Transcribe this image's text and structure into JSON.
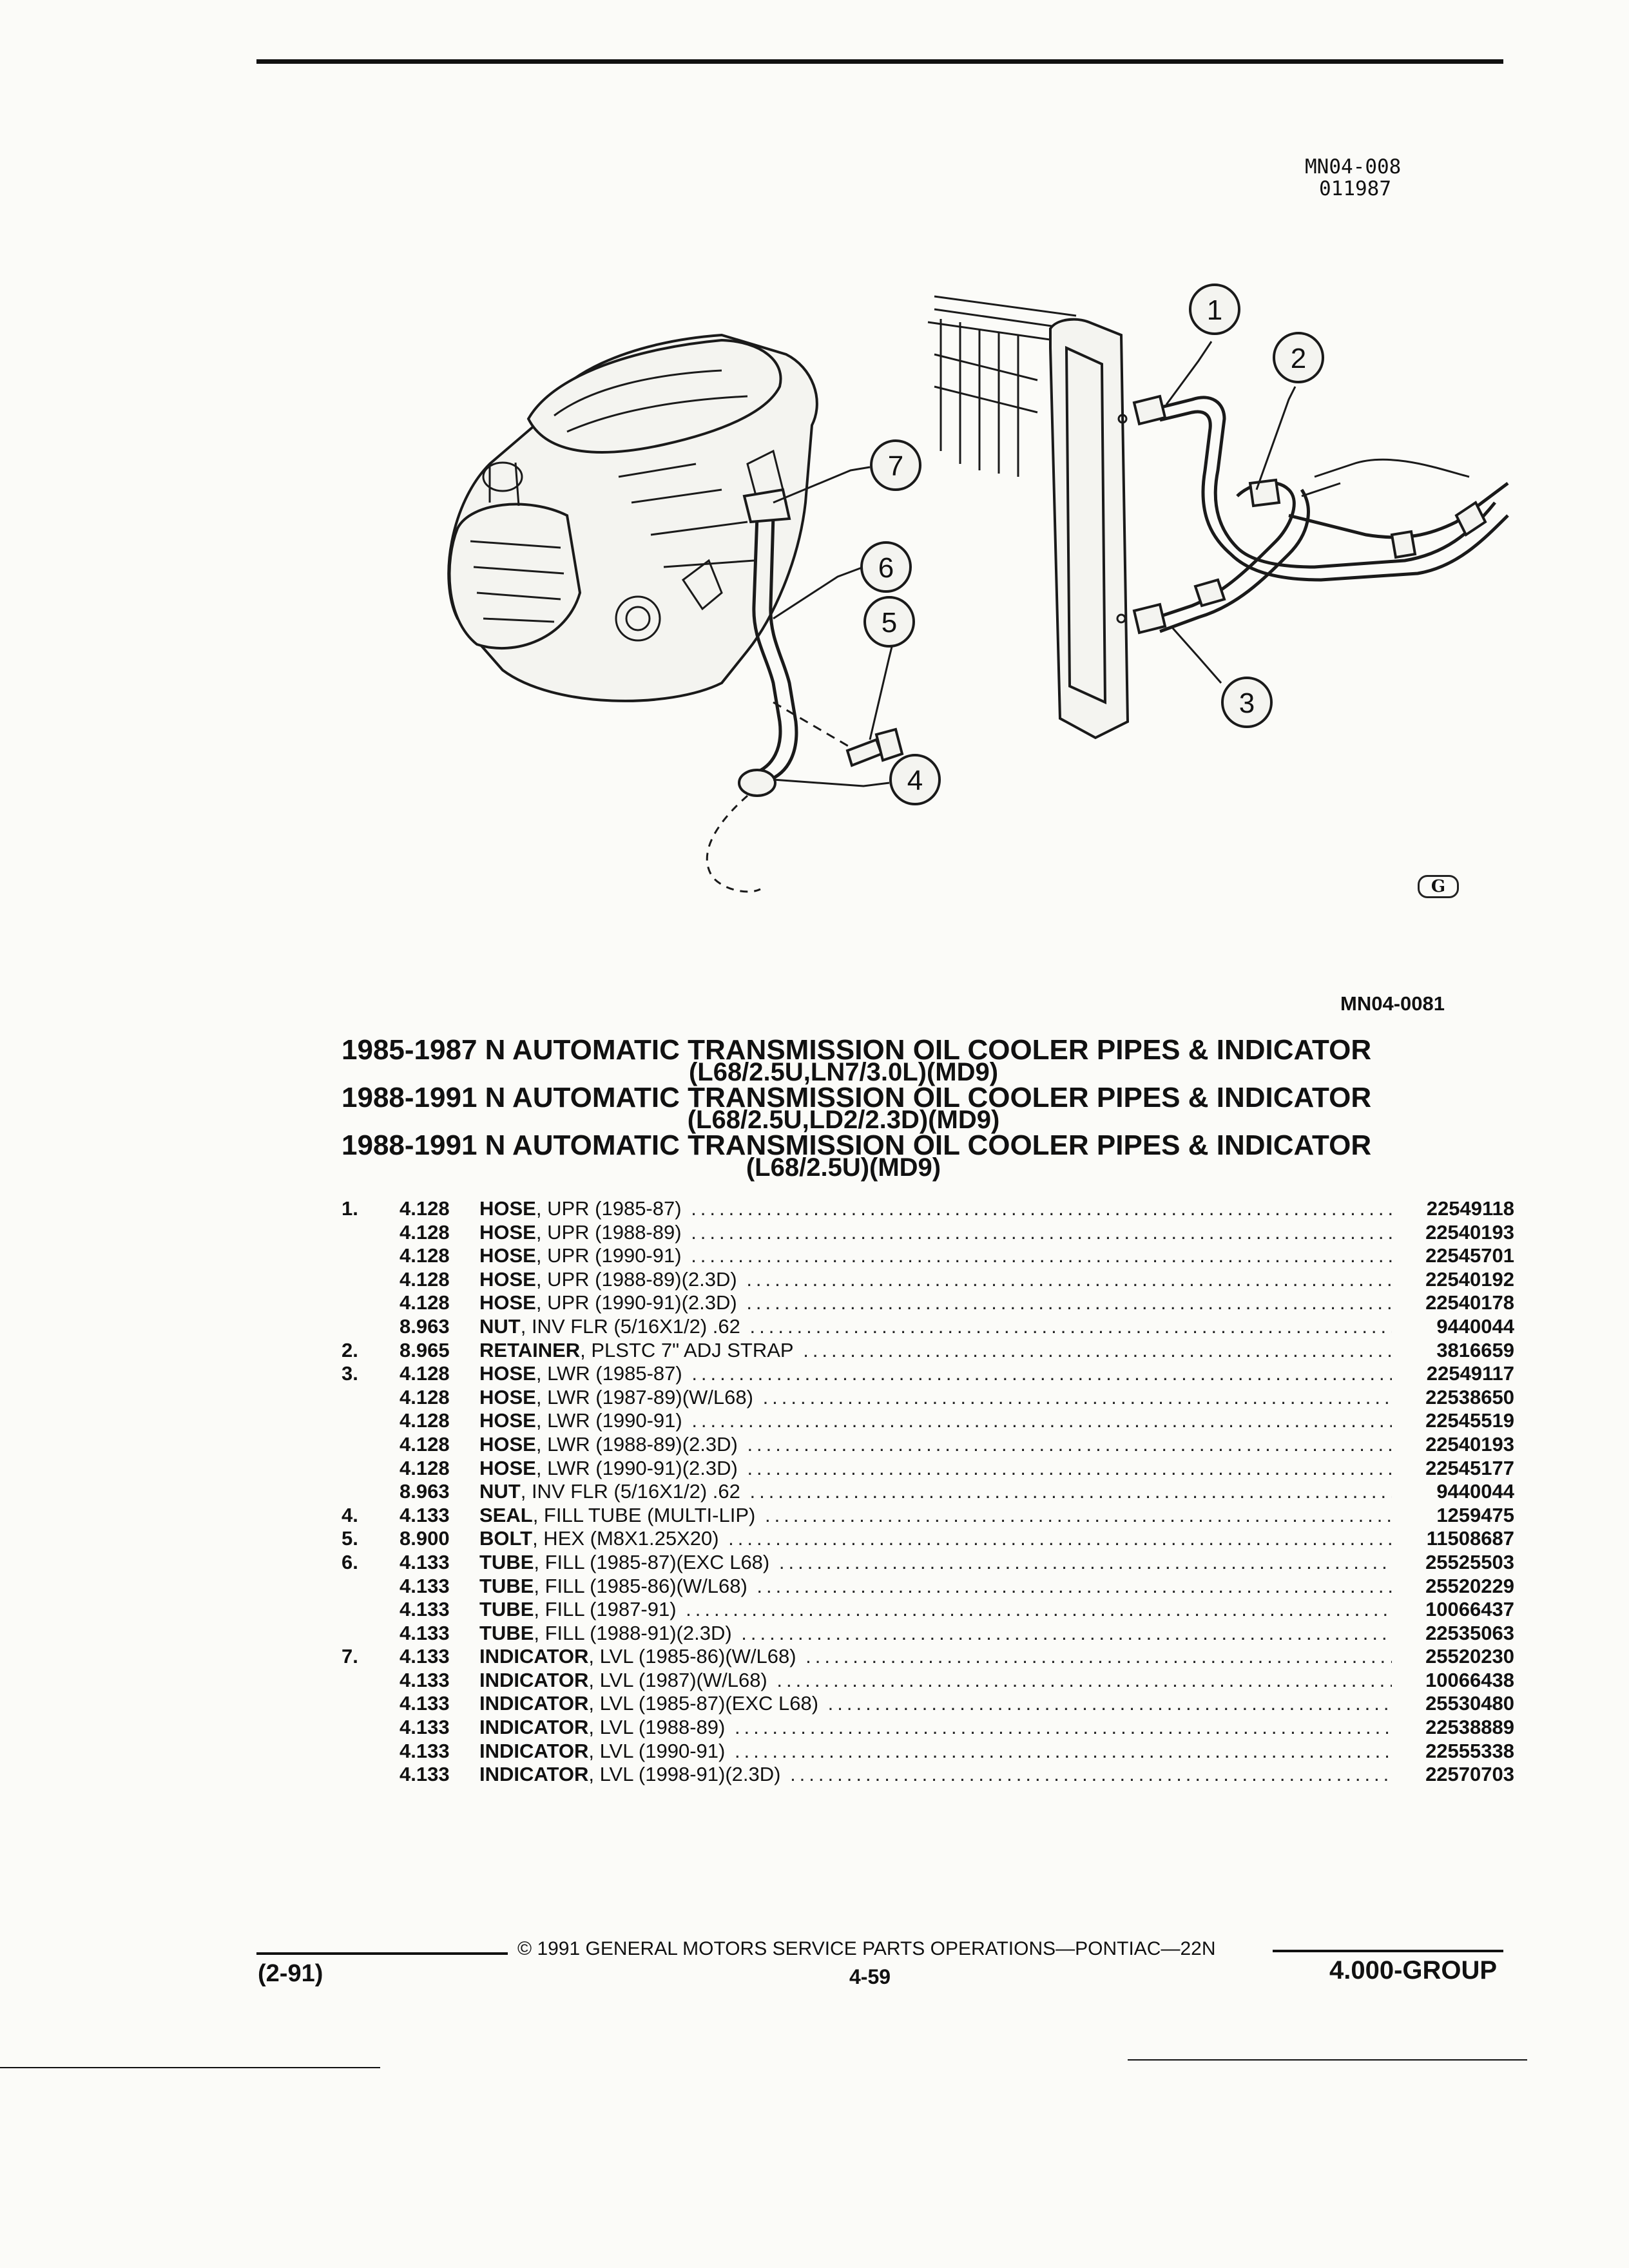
{
  "figure": {
    "ref_line1": "MN04-008",
    "ref_line2": "011987",
    "callouts": [
      "1",
      "2",
      "3",
      "4",
      "5",
      "6",
      "7"
    ],
    "figure_id": "MN04-0081",
    "brand_mark": "G"
  },
  "titles": [
    {
      "main": "1985-1987 N AUTOMATIC TRANSMISSION OIL COOLER PIPES & INDICATOR",
      "sub": "(L68/2.5U,LN7/3.0L)(MD9)"
    },
    {
      "main": "1988-1991 N AUTOMATIC TRANSMISSION OIL COOLER PIPES & INDICATOR",
      "sub": "(L68/2.5U,LD2/2.3D)(MD9)"
    },
    {
      "main": "1988-1991 N AUTOMATIC TRANSMISSION OIL COOLER PIPES & INDICATOR",
      "sub": "(L68/2.5U)(MD9)"
    }
  ],
  "parts": [
    {
      "item": "1.",
      "group": "4.128",
      "name": "HOSE",
      "detail": ", UPR (1985-87)",
      "part_no": "22549118"
    },
    {
      "item": "",
      "group": "4.128",
      "name": "HOSE",
      "detail": ", UPR (1988-89)",
      "part_no": "22540193"
    },
    {
      "item": "",
      "group": "4.128",
      "name": "HOSE",
      "detail": ", UPR (1990-91)",
      "part_no": "22545701"
    },
    {
      "item": "",
      "group": "4.128",
      "name": "HOSE",
      "detail": ", UPR (1988-89)(2.3D)",
      "part_no": "22540192"
    },
    {
      "item": "",
      "group": "4.128",
      "name": "HOSE",
      "detail": ", UPR (1990-91)(2.3D)",
      "part_no": "22540178"
    },
    {
      "item": "",
      "group": "8.963",
      "name": "NUT",
      "detail": ", INV FLR (5/16X1/2) .62",
      "part_no": "9440044"
    },
    {
      "item": "2.",
      "group": "8.965",
      "name": "RETAINER",
      "detail": ", PLSTC 7\" ADJ STRAP",
      "part_no": "3816659"
    },
    {
      "item": "3.",
      "group": "4.128",
      "name": "HOSE",
      "detail": ", LWR (1985-87)",
      "part_no": "22549117"
    },
    {
      "item": "",
      "group": "4.128",
      "name": "HOSE",
      "detail": ", LWR (1987-89)(W/L68)",
      "part_no": "22538650"
    },
    {
      "item": "",
      "group": "4.128",
      "name": "HOSE",
      "detail": ", LWR (1990-91)",
      "part_no": "22545519"
    },
    {
      "item": "",
      "group": "4.128",
      "name": "HOSE",
      "detail": ", LWR (1988-89)(2.3D)",
      "part_no": "22540193"
    },
    {
      "item": "",
      "group": "4.128",
      "name": "HOSE",
      "detail": ", LWR (1990-91)(2.3D)",
      "part_no": "22545177"
    },
    {
      "item": "",
      "group": "8.963",
      "name": "NUT",
      "detail": ", INV FLR (5/16X1/2) .62",
      "part_no": "9440044"
    },
    {
      "item": "4.",
      "group": "4.133",
      "name": "SEAL",
      "detail": ", FILL TUBE (MULTI-LIP)",
      "part_no": "1259475"
    },
    {
      "item": "5.",
      "group": "8.900",
      "name": "BOLT",
      "detail": ", HEX (M8X1.25X20)",
      "part_no": "11508687"
    },
    {
      "item": "6.",
      "group": "4.133",
      "name": "TUBE",
      "detail": ", FILL (1985-87)(EXC L68)",
      "part_no": "25525503"
    },
    {
      "item": "",
      "group": "4.133",
      "name": "TUBE",
      "detail": ", FILL (1985-86)(W/L68)",
      "part_no": "25520229"
    },
    {
      "item": "",
      "group": "4.133",
      "name": "TUBE",
      "detail": ", FILL (1987-91)",
      "part_no": "10066437"
    },
    {
      "item": "",
      "group": "4.133",
      "name": "TUBE",
      "detail": ", FILL (1988-91)(2.3D)",
      "part_no": "22535063"
    },
    {
      "item": "7.",
      "group": "4.133",
      "name": "INDICATOR",
      "detail": ", LVL (1985-86)(W/L68)",
      "part_no": "25520230"
    },
    {
      "item": "",
      "group": "4.133",
      "name": "INDICATOR",
      "detail": ", LVL (1987)(W/L68)",
      "part_no": "10066438"
    },
    {
      "item": "",
      "group": "4.133",
      "name": "INDICATOR",
      "detail": ", LVL (1985-87)(EXC L68)",
      "part_no": "25530480"
    },
    {
      "item": "",
      "group": "4.133",
      "name": "INDICATOR",
      "detail": ", LVL (1988-89)",
      "part_no": "22538889"
    },
    {
      "item": "",
      "group": "4.133",
      "name": "INDICATOR",
      "detail": ", LVL (1990-91)",
      "part_no": "22555338"
    },
    {
      "item": "",
      "group": "4.133",
      "name": "INDICATOR",
      "detail": ", LVL (1998-91)(2.3D)",
      "part_no": "22570703"
    }
  ],
  "footer": {
    "date_code": "(2-91)",
    "copyright": "© 1991 GENERAL MOTORS SERVICE PARTS OPERATIONS—PONTIAC—22N",
    "page": "4-59",
    "group": "4.000-GROUP"
  }
}
